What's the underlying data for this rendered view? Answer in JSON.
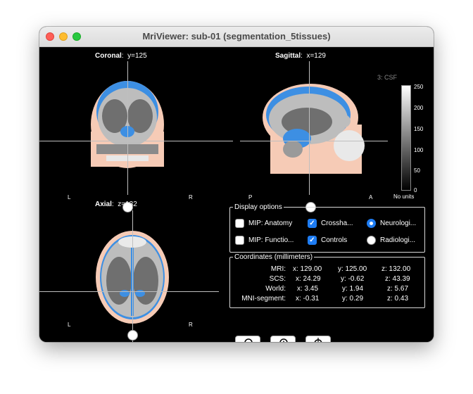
{
  "window": {
    "title": "MriViewer: sub-01 (segmentation_5tissues)"
  },
  "views": {
    "coronal": {
      "name": "Coronal",
      "coord": "y=125",
      "left": "L",
      "right": "R"
    },
    "sagittal": {
      "name": "Sagittal",
      "coord": "x=129",
      "left": "P",
      "right": "A"
    },
    "axial": {
      "name": "Axial",
      "coord": "z=132",
      "left": "L",
      "right": "R"
    }
  },
  "tissue_label": "3: CSF",
  "colorbar": {
    "ticks": [
      "250",
      "200",
      "150",
      "100",
      "50",
      "0"
    ],
    "units": "No units"
  },
  "display_options": {
    "legend": "Display options",
    "items": [
      {
        "label": "MIP: Anatomy",
        "type": "checkbox",
        "checked": false
      },
      {
        "label": "Crossha...",
        "type": "checkbox",
        "checked": true
      },
      {
        "label": "Neurologi...",
        "type": "radio",
        "checked": true
      },
      {
        "label": "MIP: Functio...",
        "type": "checkbox",
        "checked": false
      },
      {
        "label": "Controls",
        "type": "checkbox",
        "checked": true
      },
      {
        "label": "Radiologi...",
        "type": "radio",
        "checked": false
      }
    ]
  },
  "coordinates": {
    "legend": "Coordinates (millimeters)",
    "rows": [
      {
        "label": "MRI:",
        "x": "x: 129.00",
        "y": "y: 125.00",
        "z": "z: 132.00"
      },
      {
        "label": "SCS:",
        "x": "x: 24.29",
        "y": "y: -0.62",
        "z": "z: 43.39"
      },
      {
        "label": "World:",
        "x": "x: 3.45",
        "y": "y: 1.94",
        "z": "z: 5.67"
      },
      {
        "label": "MNI-segment:",
        "x": "x: -0.31",
        "y": "y: 0.29",
        "z": "z: 0.43"
      }
    ]
  },
  "toolbar": {
    "buttons": [
      "zoom-out-icon",
      "zoom-in-icon",
      "crosshair-target-icon"
    ]
  },
  "colors": {
    "csf": "#3d8fe3",
    "gray": "#bdbdbd",
    "white": "#6f6f6f",
    "skin": "#f6cbb6",
    "accent": "#1e7cf2"
  }
}
